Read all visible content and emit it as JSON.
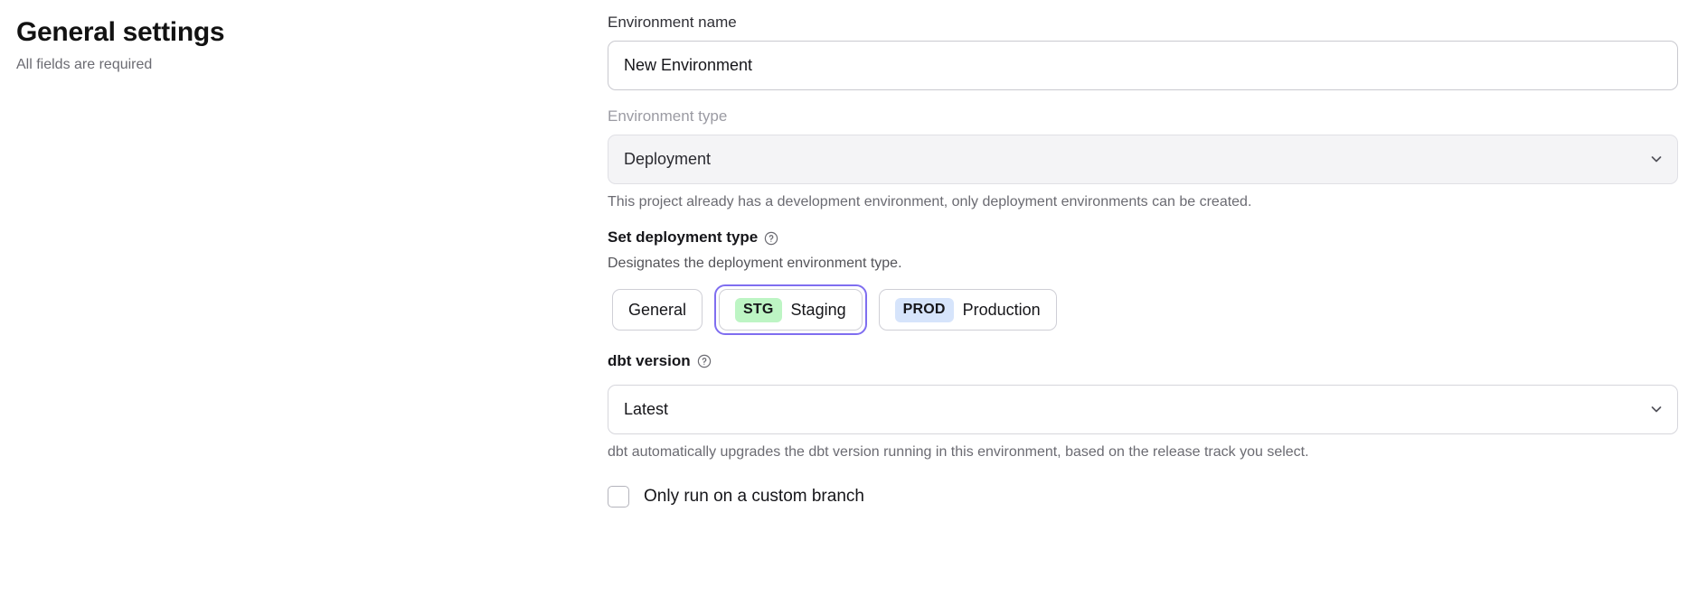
{
  "header": {
    "title": "General settings",
    "subtitle": "All fields are required"
  },
  "form": {
    "environment_name": {
      "label": "Environment name",
      "value": "New Environment",
      "placeholder": "Environment name"
    },
    "environment_type": {
      "label": "Environment type",
      "value": "Deployment",
      "help_text": "This project already has a development environment, only deployment environments can be created.",
      "disabled": true,
      "chevron_icon": "chevron-down-icon"
    },
    "deployment_type": {
      "label": "Set deployment type",
      "help_icon": "question-circle-icon",
      "description": "Designates the deployment environment type.",
      "options": [
        {
          "badge": "",
          "label": "General",
          "selected": false
        },
        {
          "badge": "STG",
          "label": "Staging",
          "selected": true
        },
        {
          "badge": "PROD",
          "label": "Production",
          "selected": false
        }
      ]
    },
    "dbt_version": {
      "label": "dbt version",
      "help_icon": "question-circle-icon",
      "value": "Latest",
      "help_text": "dbt automatically upgrades the dbt version running in this environment, based on the release track you select.",
      "chevron_icon": "chevron-down-icon"
    },
    "custom_branch": {
      "label": "Only run on a custom branch",
      "checked": false
    }
  },
  "colors": {
    "focus_ring": "#7f6ef0",
    "badge_staging_bg": "#bdf5c4",
    "badge_prod_bg": "#d6e4fb",
    "text_primary": "#16161a",
    "text_muted": "#6b6b72"
  }
}
